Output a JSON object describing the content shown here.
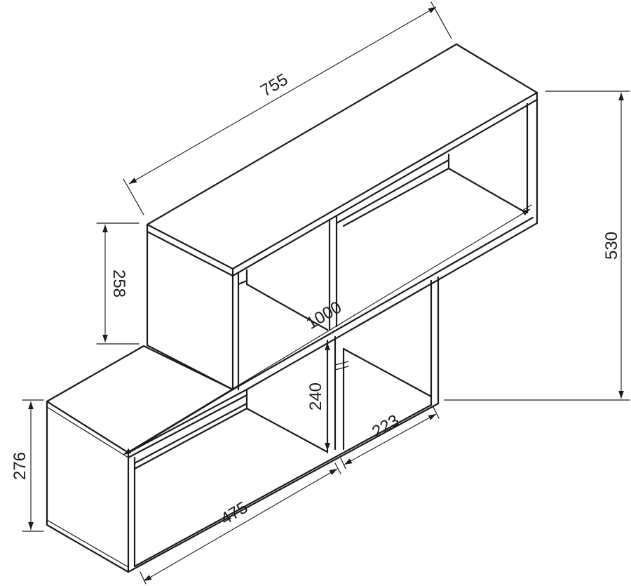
{
  "dimensions": {
    "top_length": "755",
    "total_height": "530",
    "upper_height": "258",
    "diagonal_length": "1000",
    "inner_height": "240",
    "lower_height": "276",
    "lower_length": "475",
    "depth": "223"
  },
  "colors": {
    "line": "#1a1a1a",
    "background": "#ffffff"
  }
}
